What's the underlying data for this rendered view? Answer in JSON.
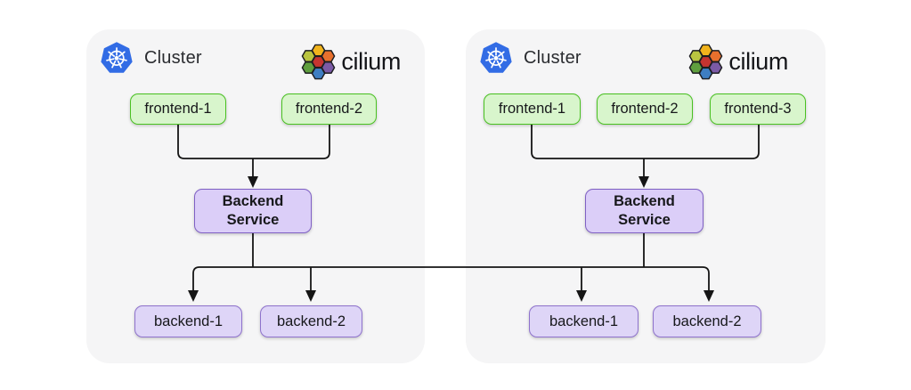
{
  "diagram": {
    "clusters": [
      {
        "platform_label": "Cluster",
        "mesh_label": "cilium",
        "frontends": [
          "frontend-1",
          "frontend-2"
        ],
        "service_label": "Backend Service",
        "backends": [
          "backend-1",
          "backend-2"
        ]
      },
      {
        "platform_label": "Cluster",
        "mesh_label": "cilium",
        "frontends": [
          "frontend-1",
          "frontend-2",
          "frontend-3"
        ],
        "service_label": "Backend Service",
        "backends": [
          "backend-1",
          "backend-2"
        ]
      }
    ],
    "icons": {
      "kubernetes": "kubernetes-helm-wheel-icon",
      "cilium": "cilium-honeycomb-icon"
    },
    "colors": {
      "page_bg": "#ffffff",
      "card_bg": "#f5f5f6",
      "frontend_fill": "#d8f5cc",
      "frontend_border": "#49c121",
      "service_fill": "#dbcef8",
      "service_border": "#7f60c4",
      "backend_fill": "#ded5f7",
      "backend_border": "#8e72cc",
      "connector": "#151515",
      "kubernetes_blue": "#326ce5",
      "cilium_hex_colors": [
        "#f1b31c",
        "#b9c440",
        "#e8702d",
        "#c63430",
        "#5f9e3e",
        "#7b5aa6",
        "#3e7ec2"
      ]
    }
  }
}
